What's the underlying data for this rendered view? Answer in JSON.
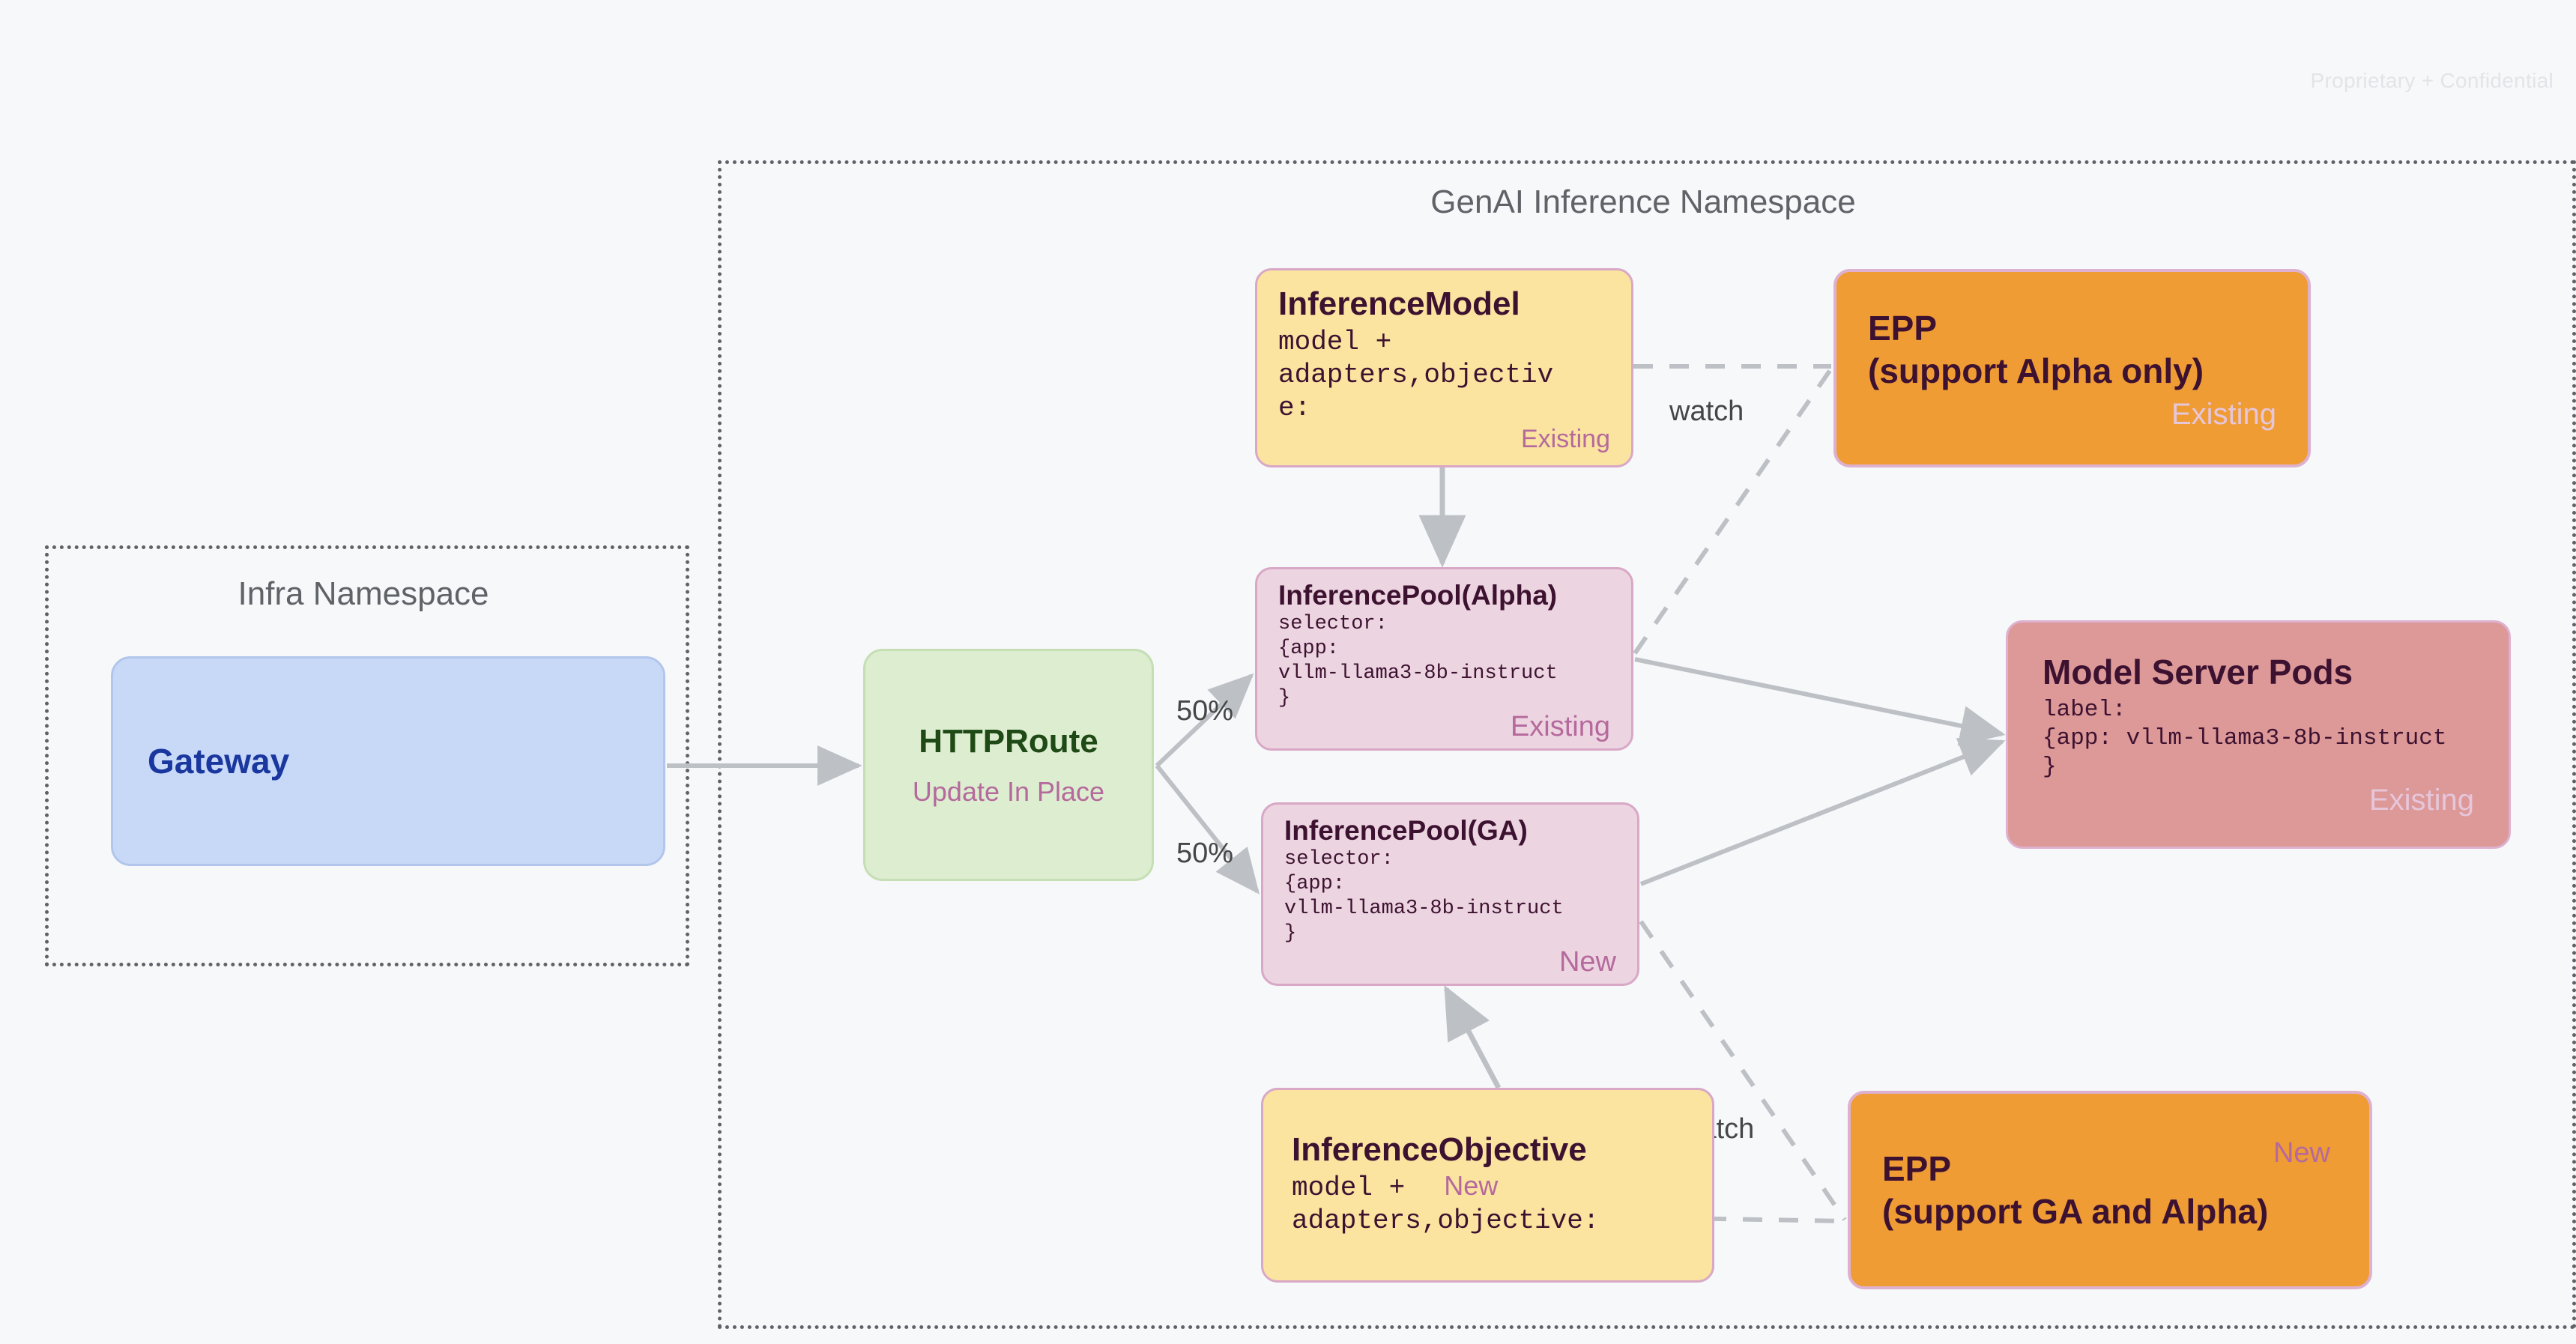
{
  "page": {
    "confidential": "Proprietary + Confidential"
  },
  "namespaces": [
    {
      "id": "infra",
      "title": "Infra Namespace"
    },
    {
      "id": "genai",
      "title": "GenAI Inference Namespace"
    }
  ],
  "nodes": {
    "gateway": {
      "title": "Gateway"
    },
    "httproute": {
      "title": "HTTPRoute",
      "tag": "Update In Place"
    },
    "inference_model": {
      "title": "InferenceModel",
      "body": "model +\nadapters,objectiv\ne:",
      "tag": "Existing"
    },
    "inference_pool_alpha": {
      "title": "InferencePool(Alpha)",
      "body": "selector:\n{app:\nvllm-llama3-8b-instruct\n}",
      "tag": "Existing"
    },
    "inference_pool_ga": {
      "title": "InferencePool(GA)",
      "body": "selector:\n{app:\nvllm-llama3-8b-instruct\n}",
      "tag": "New"
    },
    "inference_objective": {
      "title": "InferenceObjective",
      "body_line1": "model +",
      "body_line2": "adapters,objective:",
      "tag": "New"
    },
    "epp_alpha": {
      "title_line1": "EPP",
      "title_line2": "(support Alpha only)",
      "tag": "Existing"
    },
    "epp_ga": {
      "title_line1": "EPP",
      "title_line2": "(support GA and Alpha)",
      "tag": "New"
    },
    "model_server_pods": {
      "title": "Model Server Pods",
      "body": "label:\n{app: vllm-llama3-8b-instruct\n}",
      "tag": "Existing"
    }
  },
  "edges": {
    "split_top": "50%",
    "split_bottom": "50%",
    "watch_top": "watch",
    "watch_bottom": "watch"
  },
  "colors": {
    "background": "#f7f8fa",
    "gateway_fill": "#c8d8f7",
    "gateway_text": "#19379e",
    "httproute_fill": "#dcedd0",
    "httproute_text": "#1f4a16",
    "model_fill": "#fae4a0",
    "pool_fill": "#ecd5e1",
    "epp_fill": "#ef9c35",
    "pods_fill": "#dd9898",
    "node_border": "#d8a8c6",
    "tag_new": "#b5699c",
    "tag_existing_dim": "#e6c6da",
    "connector": "#bdc1c6",
    "namespace_border": "#5f6368",
    "namespace_title": "#5f6368"
  }
}
